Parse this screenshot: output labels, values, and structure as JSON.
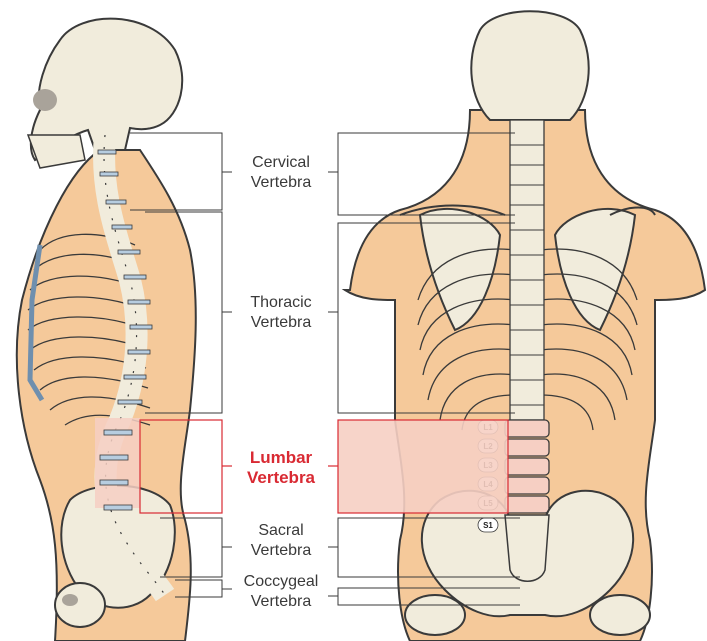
{
  "regions": [
    {
      "key": "cervical",
      "line1": "Cervical",
      "line2": "Vertebra",
      "highlight": false
    },
    {
      "key": "thoracic",
      "line1": "Thoracic",
      "line2": "Vertebra",
      "highlight": false
    },
    {
      "key": "lumbar",
      "line1": "Lumbar",
      "line2": "Vertebra",
      "highlight": true
    },
    {
      "key": "sacral",
      "line1": "Sacral",
      "line2": "Vertebra",
      "highlight": false
    },
    {
      "key": "coccygeal",
      "line1": "Coccygeal",
      "line2": "Vertebra",
      "highlight": false
    }
  ],
  "vertebra_labels": [
    "L1",
    "L2",
    "L3",
    "L4",
    "L5",
    "S1"
  ],
  "colors": {
    "skin": "#f5c99a",
    "bone": "#f1ecdc",
    "outline": "#3a3a3a",
    "disc": "#b7cde0",
    "highlight": "#d92a33",
    "highlight_fill": "#f6cfc3"
  }
}
